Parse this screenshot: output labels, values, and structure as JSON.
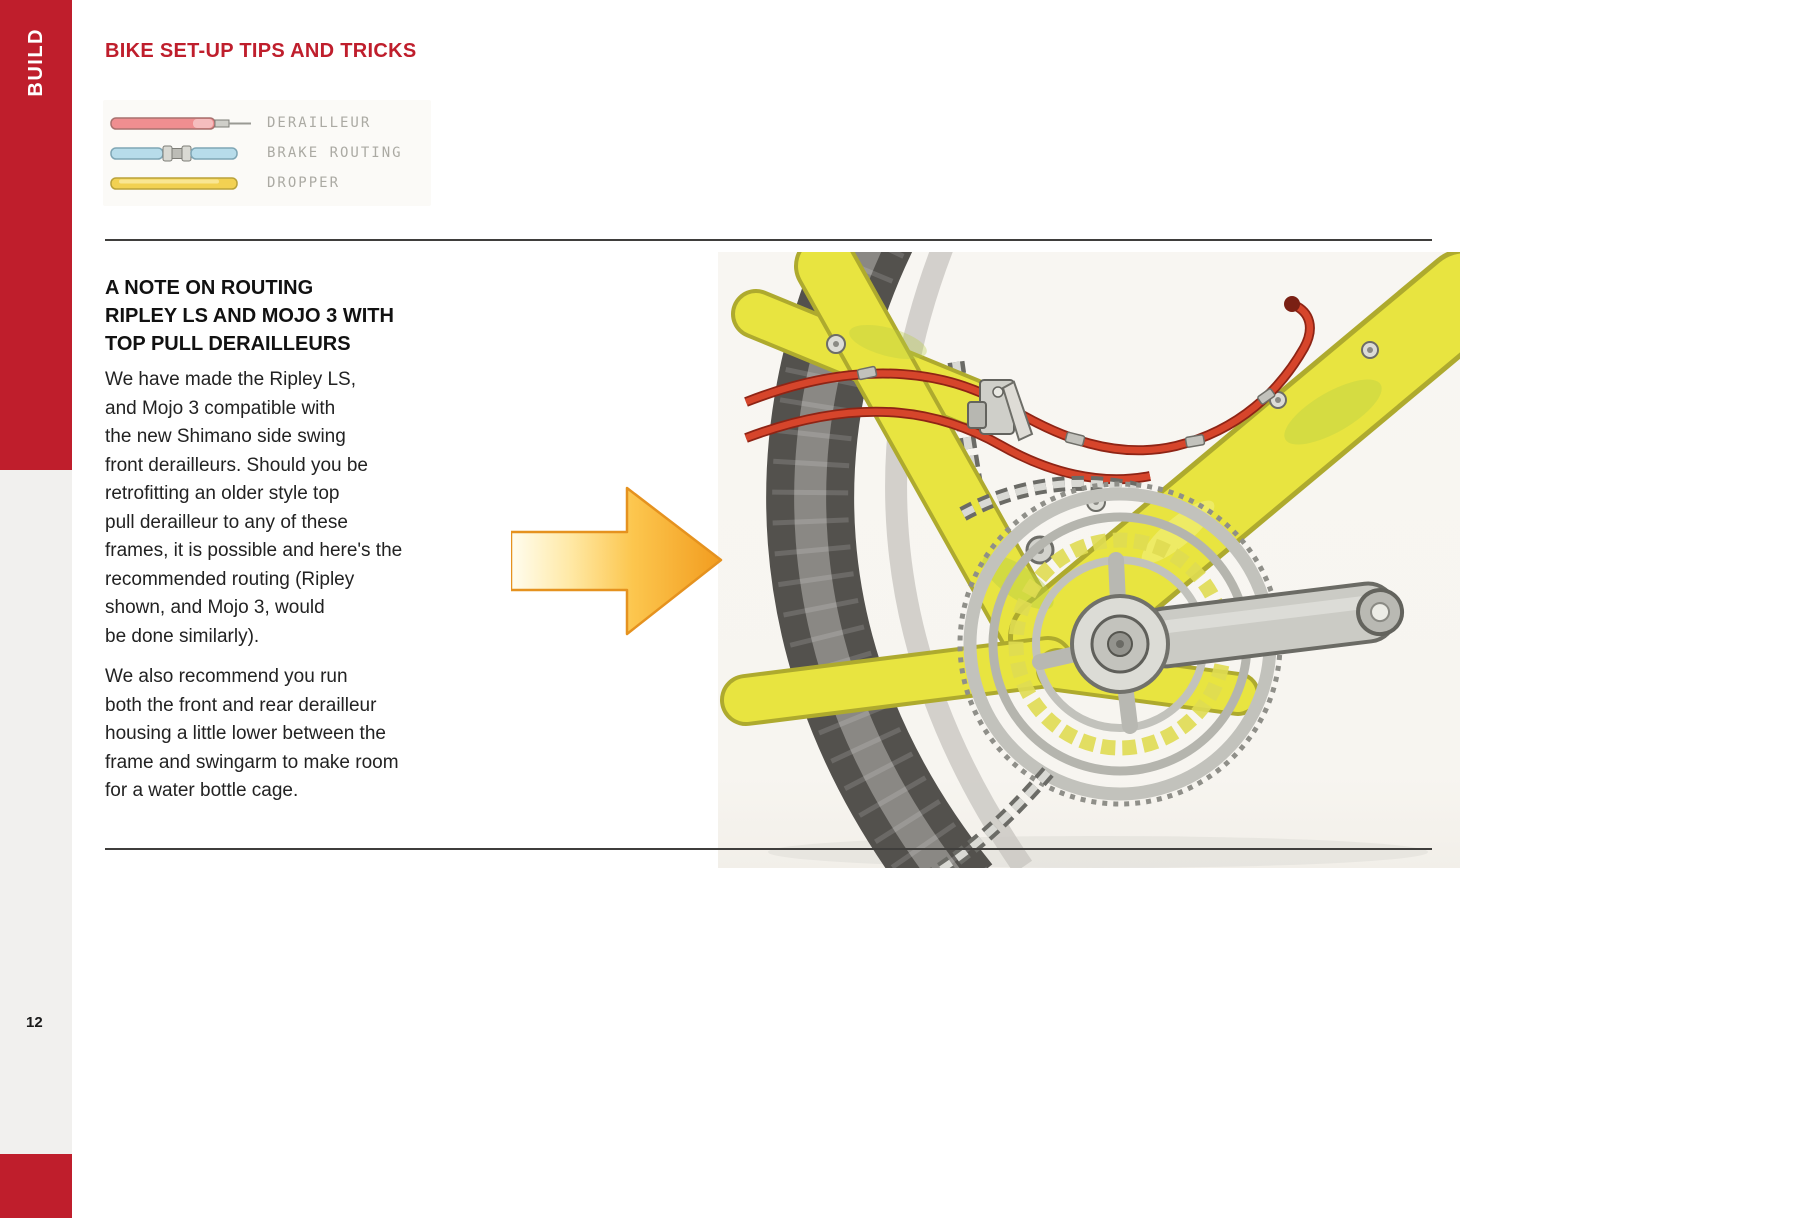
{
  "sidebar": {
    "label": "BUILD"
  },
  "page": {
    "number": "12",
    "title": "BIKE SET-UP TIPS AND TRICKS"
  },
  "legend": {
    "items": [
      {
        "label": "DERAILLEUR",
        "color": "#ef8e90"
      },
      {
        "label": "BRAKE ROUTING",
        "color": "#b7dcea"
      },
      {
        "label": "DROPPER",
        "color": "#f2d152"
      }
    ]
  },
  "note": {
    "heading": "A NOTE ON ROUTING\nRIPLEY LS AND MOJO 3 WITH\nTOP PULL DERAILLEURS",
    "paragraph1": "We have made the Ripley LS,\nand Mojo 3 compatible with\nthe new Shimano side swing\nfront derailleurs. Should you be\nretrofitting an older style top\npull derailleur to any of these\nframes, it is possible and here's the\nrecommended routing (Ripley\nshown, and Mojo 3, would\nbe done similarly).",
    "paragraph2": "We also recommend you run\nboth the front and rear derailleur\nhousing a little lower between the\nframe and swingarm to make room\nfor a water bottle cage."
  },
  "illustration": {
    "name": "bike bottom bracket cable routing illustration (Ripley shown)",
    "accent_red": "#bf1e2c",
    "frame_yellow": "#e8e440",
    "cable_red": "#d6452b",
    "arrow_orange": "#f29c1f"
  }
}
